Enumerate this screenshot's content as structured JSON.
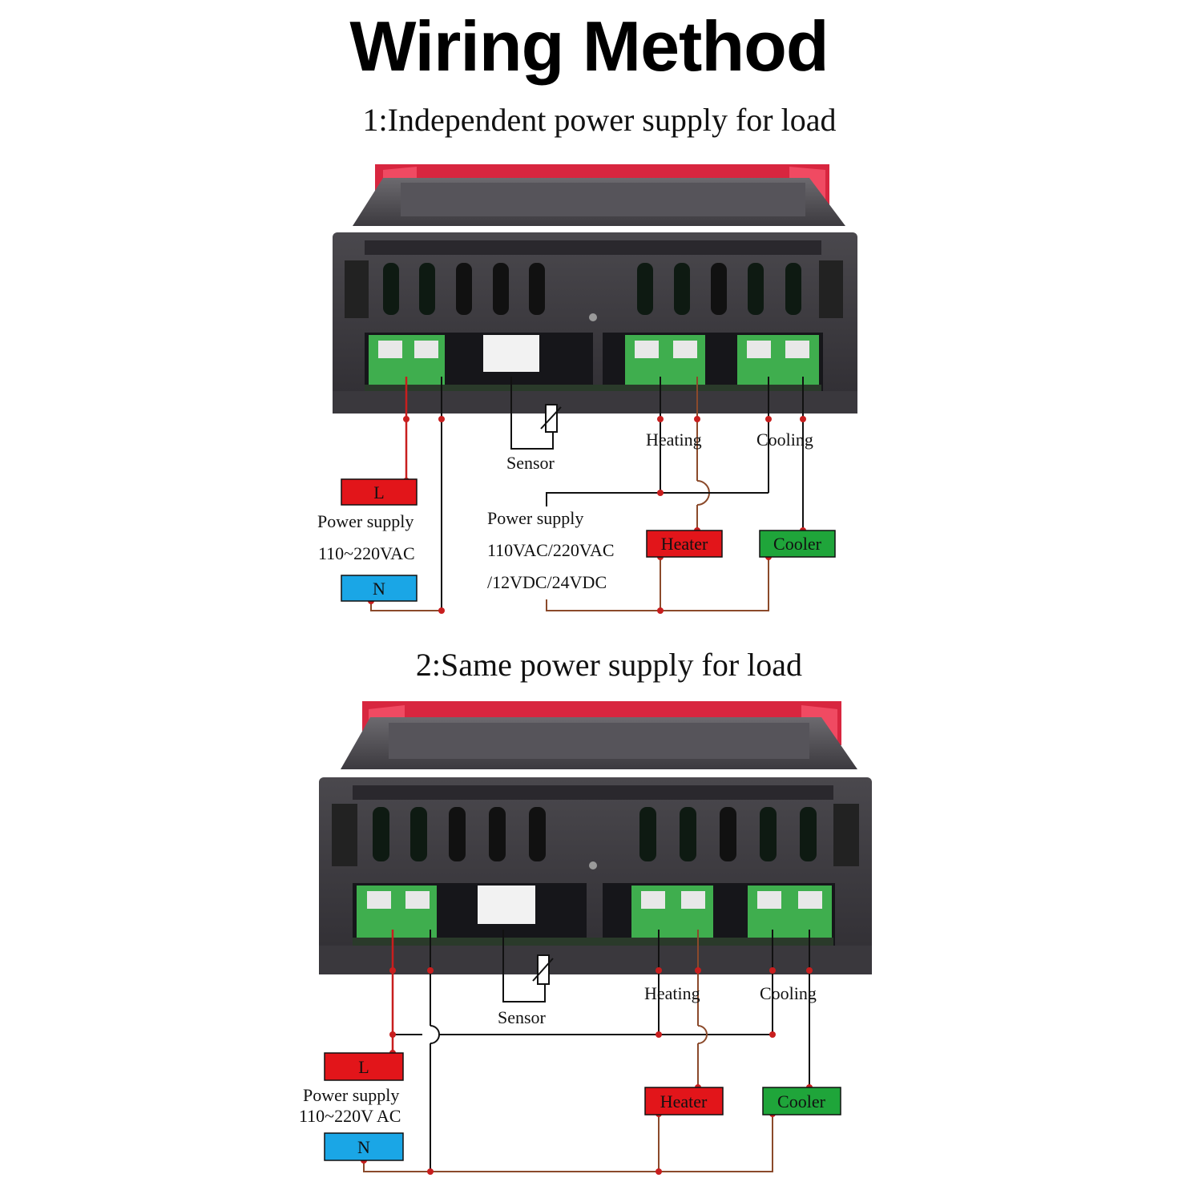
{
  "title": "Wiring Method",
  "colors": {
    "live": "#e2151a",
    "neutral": "#1aa6e6",
    "cooler": "#1fa53a",
    "wire_line": "#c81e1e",
    "wire_load": "#8b4a2b",
    "wire_black": "#111111",
    "housing": "#3a383d",
    "terminal": "#3fae4e",
    "panel_red": "#e0314a"
  },
  "section1": {
    "heading": "1:Independent power supply for load",
    "sensor": "Sensor",
    "heating": "Heating",
    "cooling": "Cooling",
    "L": "L",
    "N": "N",
    "power_supply": "Power supply",
    "voltage": "110~220VAC",
    "load_supply": "Power supply",
    "load_voltage_1": "110VAC/220VAC",
    "load_voltage_2": "/12VDC/24VDC",
    "heater": "Heater",
    "cooler": "Cooler"
  },
  "section2": {
    "heading": "2:Same power supply for load",
    "sensor": "Sensor",
    "heating": "Heating",
    "cooling": "Cooling",
    "L": "L",
    "N": "N",
    "power_supply": "Power supply",
    "voltage": "110~220V AC",
    "heater": "Heater",
    "cooler": "Cooler"
  }
}
